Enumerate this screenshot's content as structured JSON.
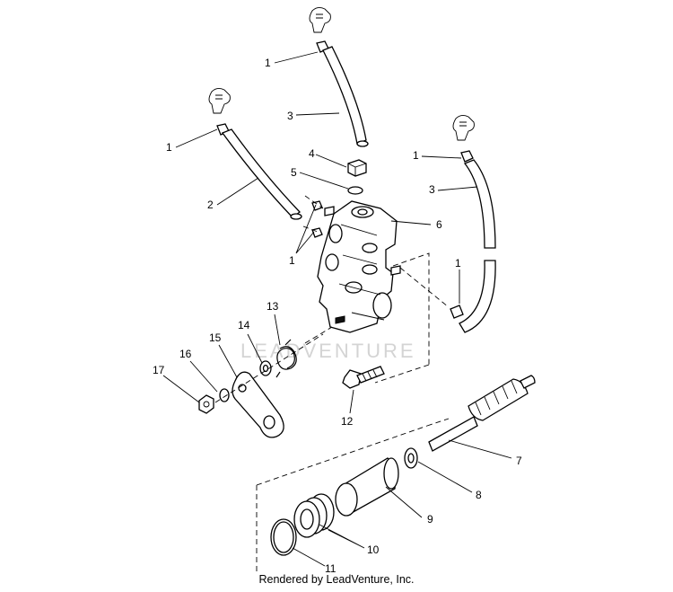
{
  "diagram": {
    "labels": {
      "l1a": "1",
      "l1b": "1",
      "l1c": "1",
      "l1d": "1",
      "l1e": "1",
      "l2": "2",
      "l3a": "3",
      "l3b": "3",
      "l4": "4",
      "l5": "5",
      "l6": "6",
      "l7": "7",
      "l8": "8",
      "l9": "9",
      "l10": "10",
      "l11": "11",
      "l12": "12",
      "l13": "13",
      "l14": "14",
      "l15": "15",
      "l16": "16",
      "l17": "17"
    },
    "watermark": "LEADVENTURE"
  },
  "footer": {
    "credit": "Rendered by LeadVenture, Inc."
  }
}
